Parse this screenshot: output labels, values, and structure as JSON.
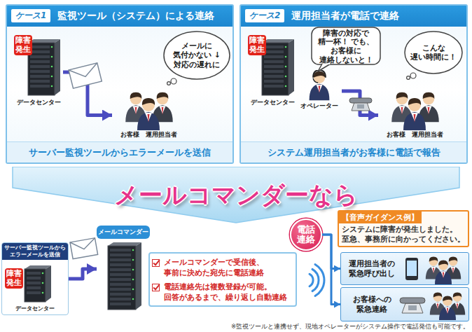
{
  "diagram": {
    "nodes": [
      {
        "text": [
          "ケース1",
          "監視ツール（システム）による連絡"
        ]
      },
      {
        "text": [
          "障害発生",
          "データセンター"
        ],
        "in": 0
      },
      {
        "text": [
          "お客様",
          "運用担当者"
        ],
        "in": 0
      },
      {
        "text": [
          "メールに 気付かない ↓ 対応の遅れに"
        ],
        "in": 0
      },
      {
        "text": [
          "サーバー監視ツールからエラーメールを送信"
        ],
        "in": 0
      },
      {
        "text": [
          "ケース2",
          "運用担当者が電話で連絡"
        ]
      },
      {
        "text": [
          "障害発生",
          "データセンター"
        ],
        "in": 5
      },
      {
        "text": [
          "オペレーター"
        ],
        "in": 5
      },
      {
        "text": [
          "障害の対応で 精一杯！ でも、お客様に 連絡しないと！"
        ],
        "in": 5
      },
      {
        "text": [
          "お客様",
          "運用担当者"
        ],
        "in": 5
      },
      {
        "text": [
          "こんな 遅い時間に！"
        ],
        "in": 5
      },
      {
        "text": [
          "システム運用担当者がお客様に電話で報告"
        ],
        "in": 5
      },
      {
        "text": [
          "メールコマンダーなら"
        ]
      },
      {
        "text": [
          "サーバー監視ツールからエラーメールを送信",
          "障害発生",
          "データセンター"
        ]
      },
      {
        "text": [
          "メールコマンダー"
        ]
      },
      {
        "text": [
          "メールコマンダーで受信後、 事前に決めた宛先に電話連絡",
          "電話連絡先は複数登録が可能。 回答があるまで、繰り返し自動連絡"
        ]
      },
      {
        "text": [
          "電話連絡"
        ]
      },
      {
        "text": [
          "【音声ガイダンス例】",
          "システムに障害が発生しました。 至急、事務所に向かってください。"
        ]
      },
      {
        "text": [
          "運用担当者の 緊急呼び出し"
        ]
      },
      {
        "text": [
          "お客様への 緊急連絡"
        ]
      }
    ],
    "edges": [
      {
        "from": 1,
        "to": 2,
        "arrow": "to"
      },
      {
        "from": 7,
        "to": 9,
        "arrow": "to"
      },
      {
        "from": 13,
        "to": 14,
        "arrow": "to"
      },
      {
        "from": 16,
        "to": 18,
        "arrow": "to"
      },
      {
        "from": 16,
        "to": 19,
        "arrow": "to"
      }
    ],
    "labels": [
      "※監視ツールと連携せず、現地オペレーターがシステム操作で電話発信も可能です。"
    ]
  }
}
